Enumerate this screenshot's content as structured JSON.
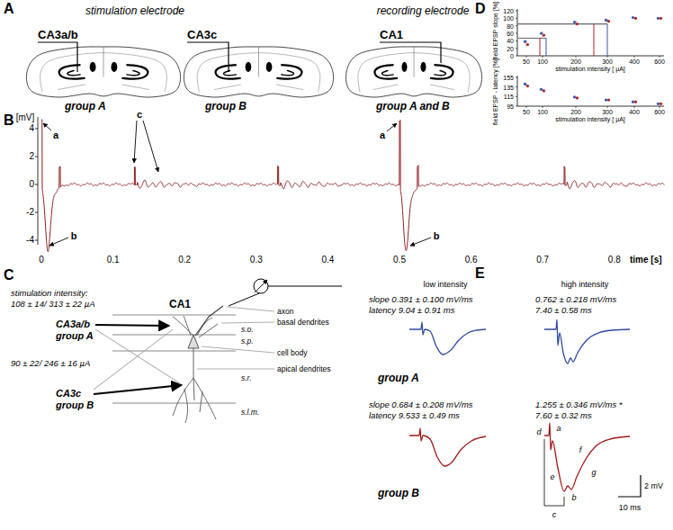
{
  "diagram": {
    "labels": [
      "A",
      "stimulation electrode",
      "recording electrode",
      "CA3a/b",
      "CA3c",
      "CA1",
      "group A",
      "group B",
      "group A and B",
      "B",
      "[mV]",
      "4",
      "2",
      "0",
      "-2",
      "-4",
      "a",
      "b",
      "c",
      "a",
      "b",
      "0",
      "0.1",
      "0.2",
      "0.3",
      "0.4",
      "0.5",
      "0.6",
      "0.7",
      "0.8",
      "time [s]",
      "C",
      "stimulation intensity:",
      "108 ± 14/ 313 ± 22 µA",
      "CA3a/b",
      "group A",
      "90 ± 22/ 246 ± 16 µA",
      "CA3c",
      "group B",
      "CA1",
      "axon",
      "s.o.",
      "basal dendrites",
      "s.p.",
      "cell body",
      "s.r.",
      "apical dendrites",
      "s.l.m.",
      "D",
      "field EPSP slope [%]",
      "120",
      "100",
      "80",
      "60",
      "40",
      "20",
      "0",
      "50",
      "100",
      "200",
      "300",
      "400",
      "600",
      "stimulation intensity [ µA]",
      "field EPSP - latency [%]",
      "155",
      "135",
      "115",
      "95",
      "50",
      "100",
      "200",
      "300",
      "400",
      "600",
      "stimulation intensity [ µA]",
      "E",
      "low intensity",
      "high intensity",
      "slope 0.391 ± 0.100 mV/ms",
      "latency 9.04 ± 0.91 ms",
      "0.762 ± 0.218 mV/ms",
      "7.40 ± 0.58 ms",
      "group A",
      "slope 0.684 ± 0.208 mV/ms",
      "latency 9.533 ± 0.49 ms",
      "1.255 ± 0.346 mV/ms *",
      "7.60 ± 0.32 ms",
      "group B",
      "d",
      "a",
      "e",
      "f",
      "g",
      "c",
      "b",
      "2 mV",
      "10 ms"
    ]
  }
}
